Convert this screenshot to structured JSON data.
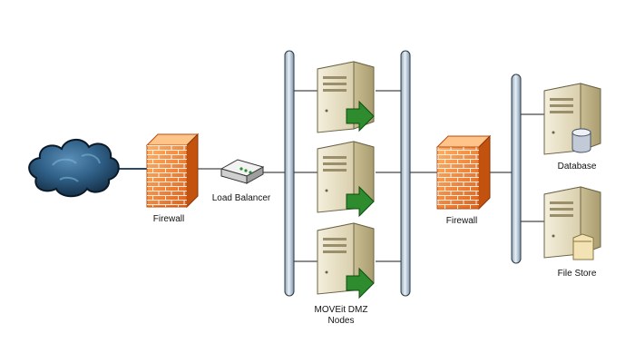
{
  "labels": {
    "firewall_left": "Firewall",
    "load_balancer": "Load Balancer",
    "dmz_nodes_line1": "MOVEit DMZ",
    "dmz_nodes_line2": "Nodes",
    "firewall_right": "Firewall",
    "database": "Database",
    "file_store": "File Store"
  },
  "icons": [
    "cloud-icon",
    "firewall-icon",
    "load-balancer-icon",
    "server-icon",
    "database-icon",
    "file-store-icon",
    "network-bus-icon"
  ],
  "colors": {
    "background": "#ffffff",
    "cloud": "#1d3f5c",
    "firewall": "#f07a2c",
    "bus": "#c7d6e4",
    "bus_outline": "#2b3a48",
    "server_body": "#e7e0c6",
    "arrow": "#2e8b2e",
    "connector": "#1a1a1a"
  }
}
